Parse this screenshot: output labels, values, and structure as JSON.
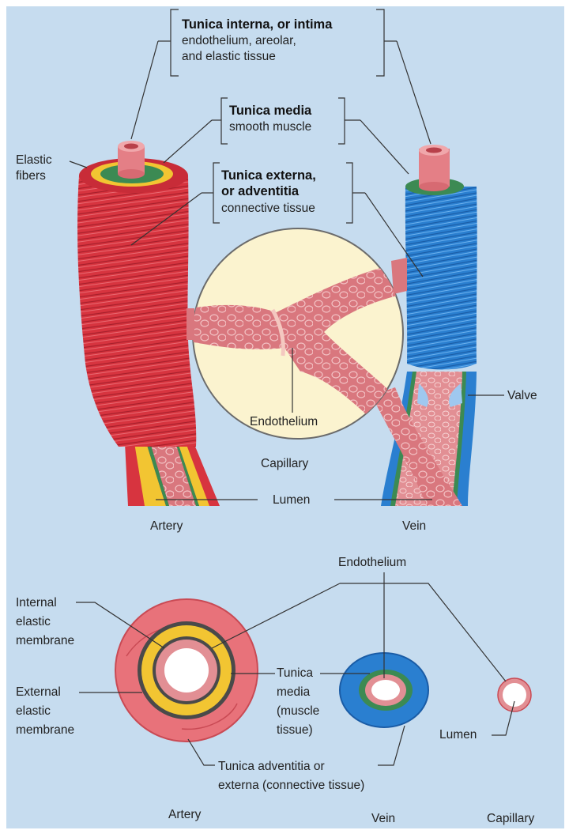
{
  "labels": {
    "tunica_interna_title": "Tunica interna, or intima",
    "tunica_interna_desc1": "endothelium, areolar,",
    "tunica_interna_desc2": "and elastic tissue",
    "tunica_media_title": "Tunica media",
    "tunica_media_desc": "smooth muscle",
    "tunica_externa_title1": "Tunica externa,",
    "tunica_externa_title2": "or adventitia",
    "tunica_externa_desc": "connective tissue",
    "elastic_fibers1": "Elastic",
    "elastic_fibers2": "fibers",
    "endothelium_top": "Endothelium",
    "capillary_top": "Capillary",
    "valve": "Valve",
    "lumen_top": "Lumen",
    "artery_top": "Artery",
    "vein_top": "Vein",
    "endothelium_bottom": "Endothelium",
    "internal_elastic1": "Internal",
    "internal_elastic2": "elastic",
    "internal_elastic3": "membrane",
    "external_elastic1": "External",
    "external_elastic2": "elastic",
    "external_elastic3": "membrane",
    "tunica_media_b1": "Tunica",
    "tunica_media_b2": "media",
    "tunica_media_b3": "(muscle",
    "tunica_media_b4": "tissue)",
    "lumen_bottom": "Lumen",
    "adventitia1": "Tunica adventitia or",
    "adventitia2": "externa (connective tissue)",
    "artery_bottom": "Artery",
    "vein_bottom": "Vein",
    "capillary_bottom": "Capillary"
  },
  "colors": {
    "background": "#c6dcef",
    "artery_red": "#d7343f",
    "vein_blue": "#2a7fd0",
    "elastic_yellow": "#f2c532",
    "intima_green": "#3c8a53",
    "endothelium_pink": "#e9a0a4",
    "magnifier_fill": "#fbf3cf"
  }
}
